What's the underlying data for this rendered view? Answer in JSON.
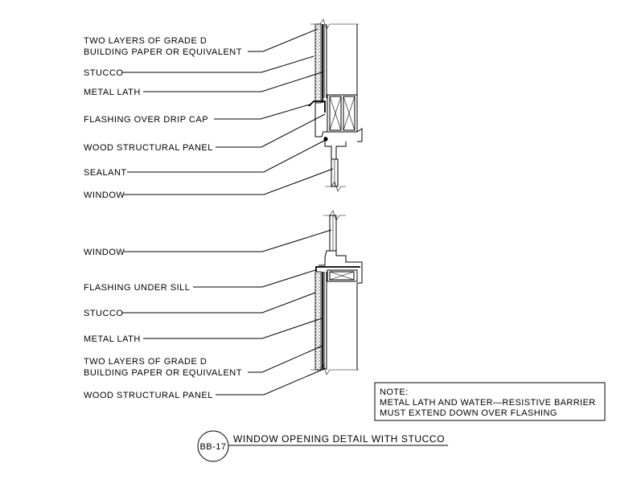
{
  "detail": {
    "upper_labels": [
      [
        "TWO LAYERS OF GRADE D",
        "BUILDING PAPER OR EQUIVALENT"
      ],
      [
        "STUCCO"
      ],
      [
        "METAL LATH"
      ],
      [
        "FLASHING OVER DRIP CAP"
      ],
      [
        "WOOD STRUCTURAL PANEL"
      ],
      [
        "SEALANT"
      ],
      [
        "WINDOW"
      ]
    ],
    "lower_labels": [
      [
        "WINDOW"
      ],
      [
        "FLASHING UNDER SILL"
      ],
      [
        "STUCCO"
      ],
      [
        "METAL LATH"
      ],
      [
        "TWO LAYERS OF GRADE D",
        "BUILDING PAPER OR EQUIVALENT"
      ],
      [
        "WOOD STRUCTURAL PANEL"
      ]
    ],
    "note": {
      "heading": "NOTE:",
      "lines": [
        "METAL LATH AND WATER—RESISTIVE BARRIER",
        "MUST EXTEND DOWN OVER FLASHING"
      ]
    },
    "title": {
      "tag": "BB-17",
      "text": "WINDOW OPENING DETAIL WITH STUCCO"
    }
  }
}
